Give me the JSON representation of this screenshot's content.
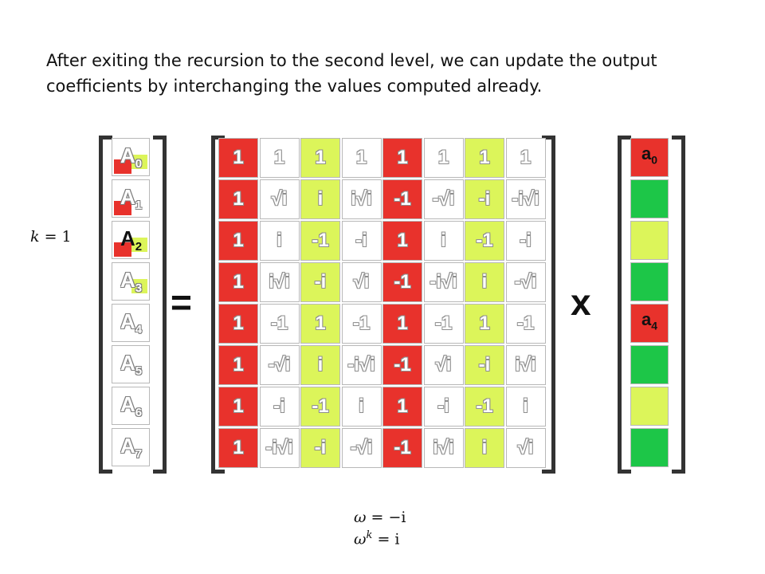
{
  "caption": {
    "line1": "After exiting the recursion to the second level, we can update the output",
    "line2": "coefficients by interchanging the values computed already."
  },
  "k_eq": {
    "var": "k",
    "rhs": "= 1"
  },
  "omega": {
    "line1": {
      "var": "ω",
      "rhs": "= −i"
    },
    "line2": {
      "var": "ω",
      "sup": "k",
      "rhs": "= i"
    }
  },
  "output_vector": [
    {
      "letter": "A",
      "sub": "0",
      "label_dark": false,
      "red_mark": true,
      "lime_mark": true
    },
    {
      "letter": "A",
      "sub": "1",
      "label_dark": false,
      "red_mark": true,
      "lime_mark": false
    },
    {
      "letter": "A",
      "sub": "2",
      "label_dark": true,
      "red_mark": true,
      "lime_mark": true
    },
    {
      "letter": "A",
      "sub": "3",
      "label_dark": false,
      "red_mark": false,
      "lime_mark": true
    },
    {
      "letter": "A",
      "sub": "4",
      "label_dark": false,
      "red_mark": false,
      "lime_mark": false
    },
    {
      "letter": "A",
      "sub": "5",
      "label_dark": false,
      "red_mark": false,
      "lime_mark": false
    },
    {
      "letter": "A",
      "sub": "6",
      "label_dark": false,
      "red_mark": false,
      "lime_mark": false
    },
    {
      "letter": "A",
      "sub": "7",
      "label_dark": false,
      "red_mark": false,
      "lime_mark": false
    }
  ],
  "equals": "=",
  "times": "x",
  "matrix": [
    [
      "1",
      "1",
      "1",
      "1",
      "1",
      "1",
      "1",
      "1"
    ],
    [
      "1",
      "√i",
      "i",
      "i√i",
      "-1",
      "-√i",
      "-i",
      "-i√i"
    ],
    [
      "1",
      "i",
      "-1",
      "-i",
      "1",
      "i",
      "-1",
      "-i"
    ],
    [
      "1",
      "i√i",
      "-i",
      "√i",
      "-1",
      "-i√i",
      "i",
      "-√i"
    ],
    [
      "1",
      "-1",
      "1",
      "-1",
      "1",
      "-1",
      "1",
      "-1"
    ],
    [
      "1",
      "-√i",
      "i",
      "-i√i",
      "-1",
      "√i",
      "-i",
      "i√i"
    ],
    [
      "1",
      "-i",
      "-1",
      "i",
      "1",
      "-i",
      "-1",
      "i"
    ],
    [
      "1",
      "-i√i",
      "-i",
      "-√i",
      "-1",
      "i√i",
      "i",
      "√i"
    ]
  ],
  "matrix_column_colors": [
    "red",
    "white",
    "lime",
    "white",
    "red",
    "white",
    "lime",
    "white"
  ],
  "input_vector": [
    {
      "color": "red",
      "letter": "a",
      "sub": "0"
    },
    {
      "color": "green",
      "letter": "",
      "sub": ""
    },
    {
      "color": "lime",
      "letter": "",
      "sub": ""
    },
    {
      "color": "green",
      "letter": "",
      "sub": ""
    },
    {
      "color": "red",
      "letter": "a",
      "sub": "4"
    },
    {
      "color": "green",
      "letter": "",
      "sub": ""
    },
    {
      "color": "lime",
      "letter": "",
      "sub": ""
    },
    {
      "color": "green",
      "letter": "",
      "sub": ""
    }
  ],
  "colors": {
    "red": "#e8322c",
    "lime": "#dcf55a",
    "green": "#1dc648",
    "white": "#ffffff"
  }
}
